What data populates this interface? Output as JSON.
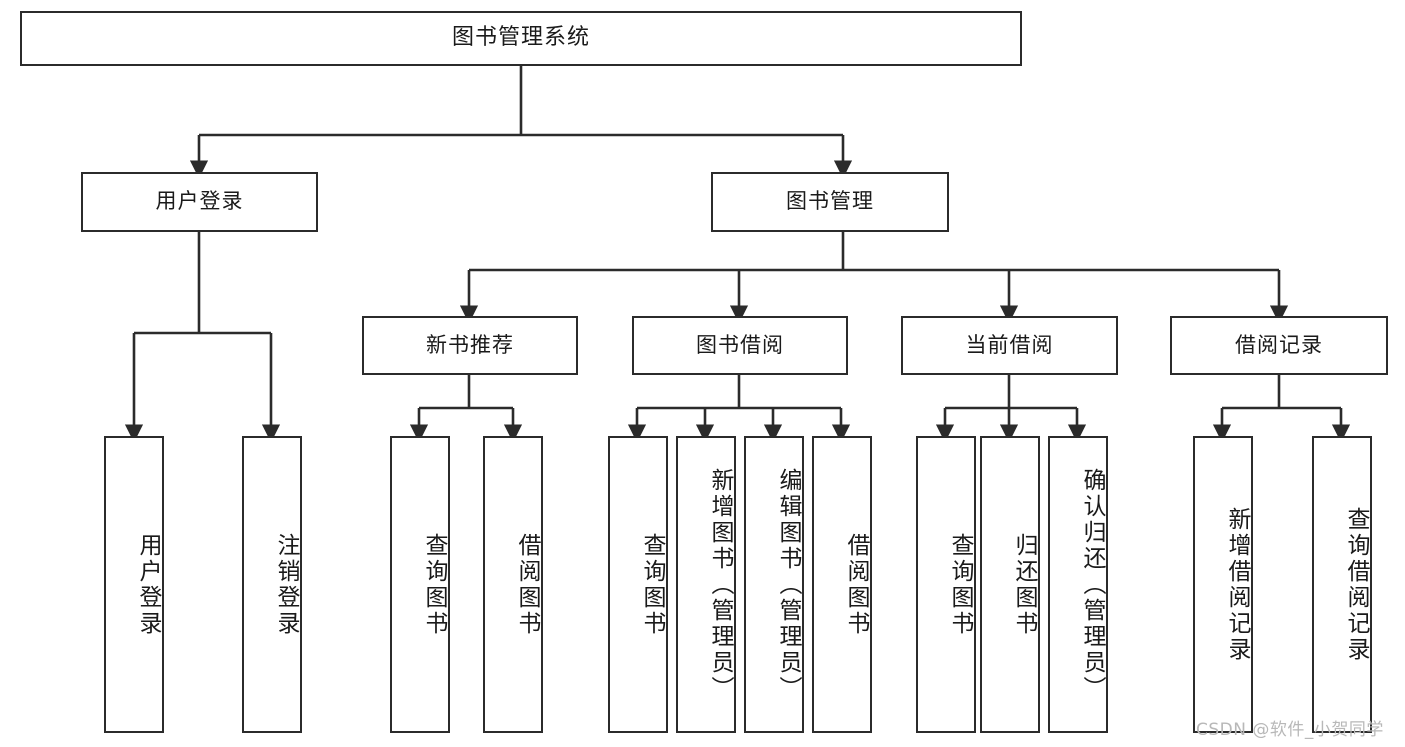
{
  "diagram": {
    "type": "tree",
    "title": "图书管理系统",
    "root": {
      "label": "图书管理系统"
    },
    "level2": [
      {
        "label": "用户登录"
      },
      {
        "label": "图书管理"
      }
    ],
    "level3": [
      {
        "label": "新书推荐"
      },
      {
        "label": "图书借阅"
      },
      {
        "label": "当前借阅"
      },
      {
        "label": "借阅记录"
      }
    ],
    "leaves": {
      "user_login": [
        {
          "label": "用户登录"
        },
        {
          "label": "注销登录"
        }
      ],
      "new_book_recommend": [
        {
          "label": "查询图书"
        },
        {
          "label": "借阅图书"
        }
      ],
      "book_borrow": [
        {
          "label": "查询图书"
        },
        {
          "label": "新增图书（管理员）"
        },
        {
          "label": "编辑图书（管理员）"
        },
        {
          "label": "借阅图书"
        }
      ],
      "current_borrow": [
        {
          "label": "查询图书"
        },
        {
          "label": "归还图书"
        },
        {
          "label": "确认归还（管理员）"
        }
      ],
      "borrow_record": [
        {
          "label": "新增借阅记录"
        },
        {
          "label": "查询借阅记录"
        }
      ]
    }
  },
  "watermark": {
    "text": "CSDN @软件_小贺同学"
  },
  "colors": {
    "border": "#2b2b2b",
    "background": "#ffffff",
    "text": "#1a1a1a",
    "watermark": "#b8b8b8"
  }
}
